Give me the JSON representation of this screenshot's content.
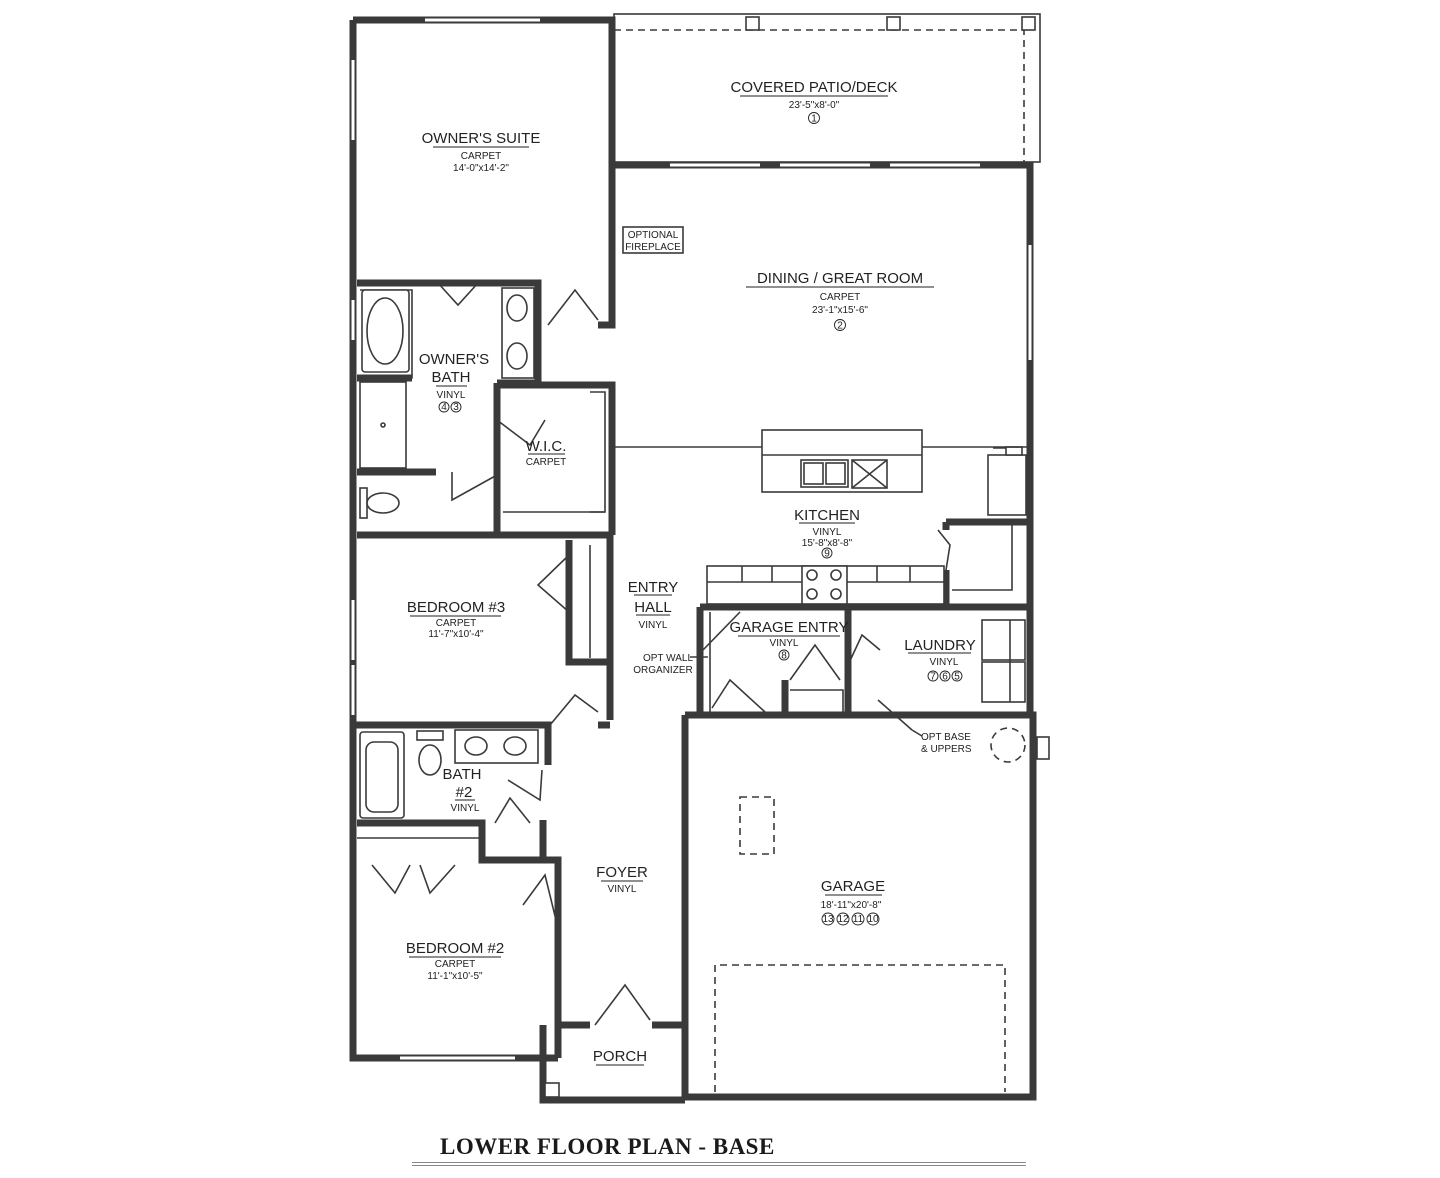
{
  "plan_title": "LOWER FLOOR PLAN - BASE",
  "rooms": {
    "patio": {
      "name": "COVERED PATIO/DECK",
      "dims": "23'-5\"x8'-0\"",
      "nums": [
        "1"
      ]
    },
    "owners_suite": {
      "name": "OWNER'S SUITE",
      "floor": "CARPET",
      "dims": "14'-0\"x14'-2\""
    },
    "dining": {
      "name": "DINING / GREAT ROOM",
      "floor": "CARPET",
      "dims": "23'-1\"x15'-6\"",
      "nums": [
        "2"
      ]
    },
    "fireplace": {
      "line1": "OPTIONAL",
      "line2": "FIREPLACE"
    },
    "owners_bath": {
      "line1": "OWNER'S",
      "line2": "BATH",
      "floor": "VINYL",
      "nums": [
        "4",
        "3"
      ]
    },
    "wic": {
      "name": "W.I.C.",
      "floor": "CARPET"
    },
    "kitchen": {
      "name": "KITCHEN",
      "floor": "VINYL",
      "dims": "15'-8\"x8'-8\"",
      "nums": [
        "9"
      ]
    },
    "bedroom3": {
      "name": "BEDROOM #3",
      "floor": "CARPET",
      "dims": "11'-7\"x10'-4\""
    },
    "entry_hall": {
      "line1": "ENTRY",
      "line2": "HALL",
      "floor": "VINYL"
    },
    "garage_entry": {
      "name": "GARAGE ENTRY",
      "floor": "VINYL",
      "nums": [
        "8"
      ]
    },
    "laundry": {
      "name": "LAUNDRY",
      "floor": "VINYL",
      "nums": [
        "7",
        "6",
        "5"
      ]
    },
    "bath2": {
      "line1": "BATH",
      "line2": "#2",
      "floor": "VINYL"
    },
    "foyer": {
      "name": "FOYER",
      "floor": "VINYL"
    },
    "garage": {
      "name": "GARAGE",
      "dims": "18'-11\"x20'-8\"",
      "nums": [
        "13",
        "12",
        "11",
        "10"
      ]
    },
    "bedroom2": {
      "name": "BEDROOM #2",
      "floor": "CARPET",
      "dims": "11'-1\"x10'-5\""
    },
    "porch": {
      "name": "PORCH"
    }
  },
  "notes": {
    "wall_organizer": {
      "line1": "OPT WALL",
      "line2": "ORGANIZER"
    },
    "base_uppers": {
      "line1": "OPT BASE",
      "line2": "& UPPERS"
    }
  }
}
